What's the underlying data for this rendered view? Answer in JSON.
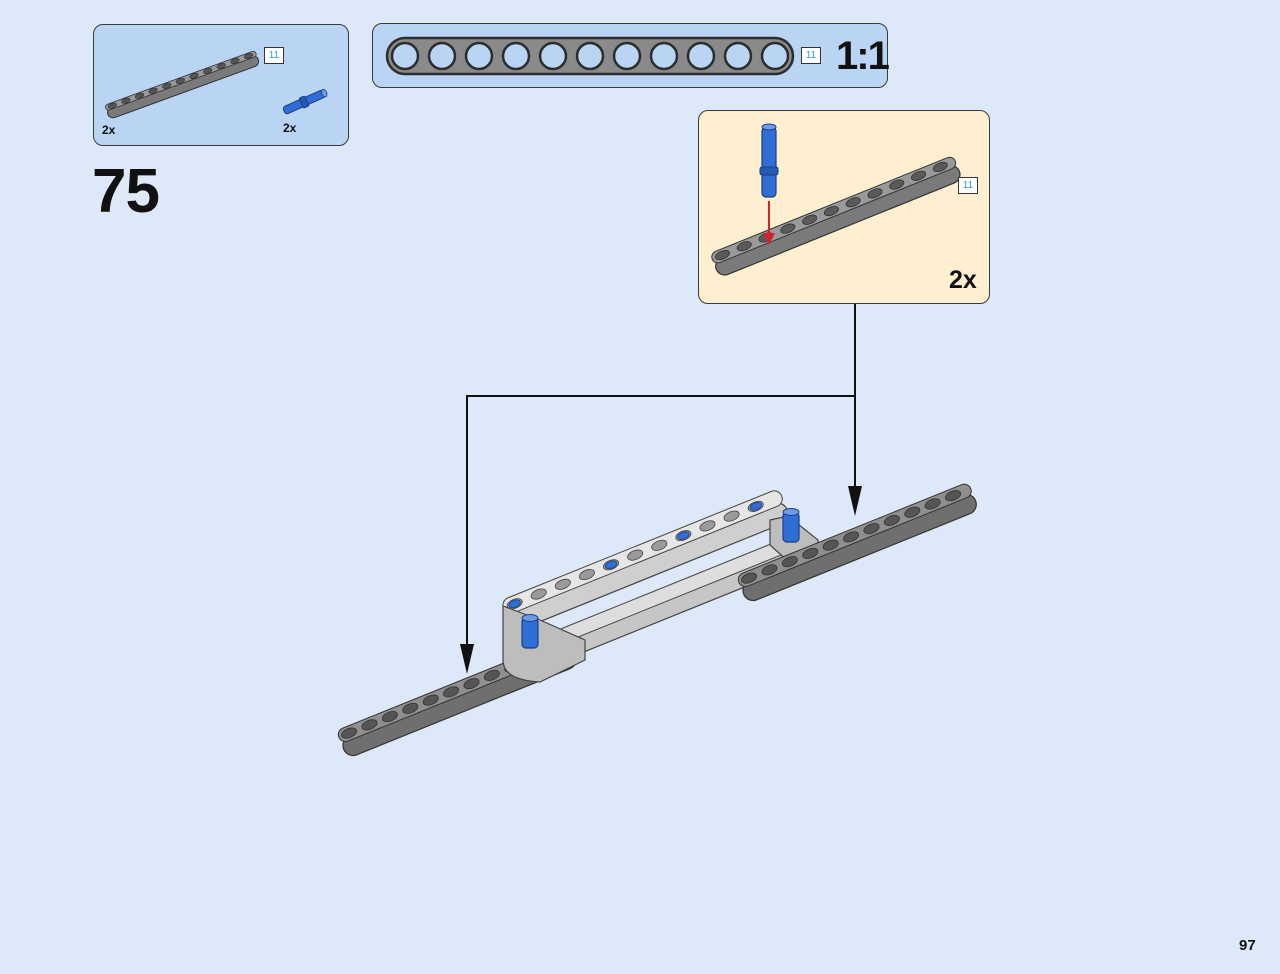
{
  "step": {
    "number": "75"
  },
  "parts_list": {
    "items": [
      {
        "name": "beam",
        "length_tag": "11",
        "quantity": "2x"
      },
      {
        "name": "pin",
        "quantity": "2x"
      }
    ]
  },
  "scale_bar": {
    "length_tag": "11",
    "label": "1:1"
  },
  "sub_assembly": {
    "length_tag": "11",
    "quantity": "2x"
  },
  "colors": {
    "background": "#dde9f8",
    "callout_blue": "#b9d5f3",
    "sub_assembly": "#fdefd0",
    "beam_gray": "#7a7a7a",
    "pin_blue": "#2f6ed6",
    "motion_arrow": "#d3232a"
  },
  "page": {
    "number": "97"
  }
}
